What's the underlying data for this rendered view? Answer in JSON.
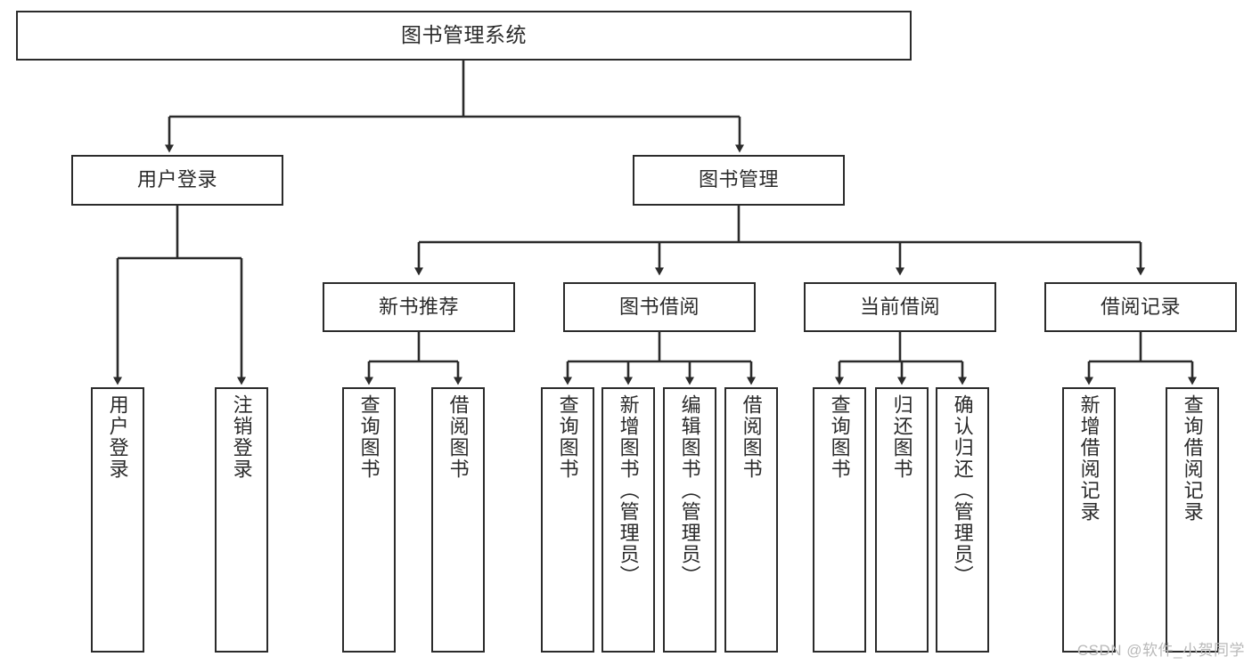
{
  "diagram": {
    "title": "图书管理系统",
    "type": "tree-hierarchy",
    "watermark": "CSDN @软件_小贺同学",
    "colors": {
      "box_border": "#2b2b2b",
      "box_fill": "#ffffff",
      "edge": "#2b2b2b",
      "text": "#2b2b2b",
      "watermark": "#b9b9b9",
      "background": "#ffffff"
    }
  },
  "nodes": {
    "root": {
      "label": "图书管理系统",
      "level": 1
    },
    "level2": [
      {
        "id": "user-login",
        "label": "用户登录"
      },
      {
        "id": "book-manage",
        "label": "图书管理"
      }
    ],
    "level3": [
      {
        "id": "new-book-recommend",
        "label": "新书推荐"
      },
      {
        "id": "book-borrow",
        "label": "图书借阅"
      },
      {
        "id": "current-borrow",
        "label": "当前借阅"
      },
      {
        "id": "borrow-record",
        "label": "借阅记录"
      }
    ],
    "leaves": {
      "user-login": [
        {
          "id": "leaf-user-login",
          "label": "用户登录"
        },
        {
          "id": "leaf-logout-login",
          "label": "注销登录"
        }
      ],
      "new-book-recommend": [
        {
          "id": "leaf-query-book-1",
          "label": "查询图书"
        },
        {
          "id": "leaf-borrow-book-1",
          "label": "借阅图书"
        }
      ],
      "book-borrow": [
        {
          "id": "leaf-query-book-2",
          "label": "查询图书"
        },
        {
          "id": "leaf-add-book-admin",
          "label": "新增图书（管理员）"
        },
        {
          "id": "leaf-edit-book-admin",
          "label": "编辑图书（管理员）"
        },
        {
          "id": "leaf-borrow-book-2",
          "label": "借阅图书"
        }
      ],
      "current-borrow": [
        {
          "id": "leaf-query-book-3",
          "label": "查询图书"
        },
        {
          "id": "leaf-return-book",
          "label": "归还图书"
        },
        {
          "id": "leaf-confirm-return-admin",
          "label": "确认归还（管理员）"
        }
      ],
      "borrow-record": [
        {
          "id": "leaf-add-borrow-record",
          "label": "新增借阅记录"
        },
        {
          "id": "leaf-query-borrow-record",
          "label": "查询借阅记录"
        }
      ]
    }
  }
}
